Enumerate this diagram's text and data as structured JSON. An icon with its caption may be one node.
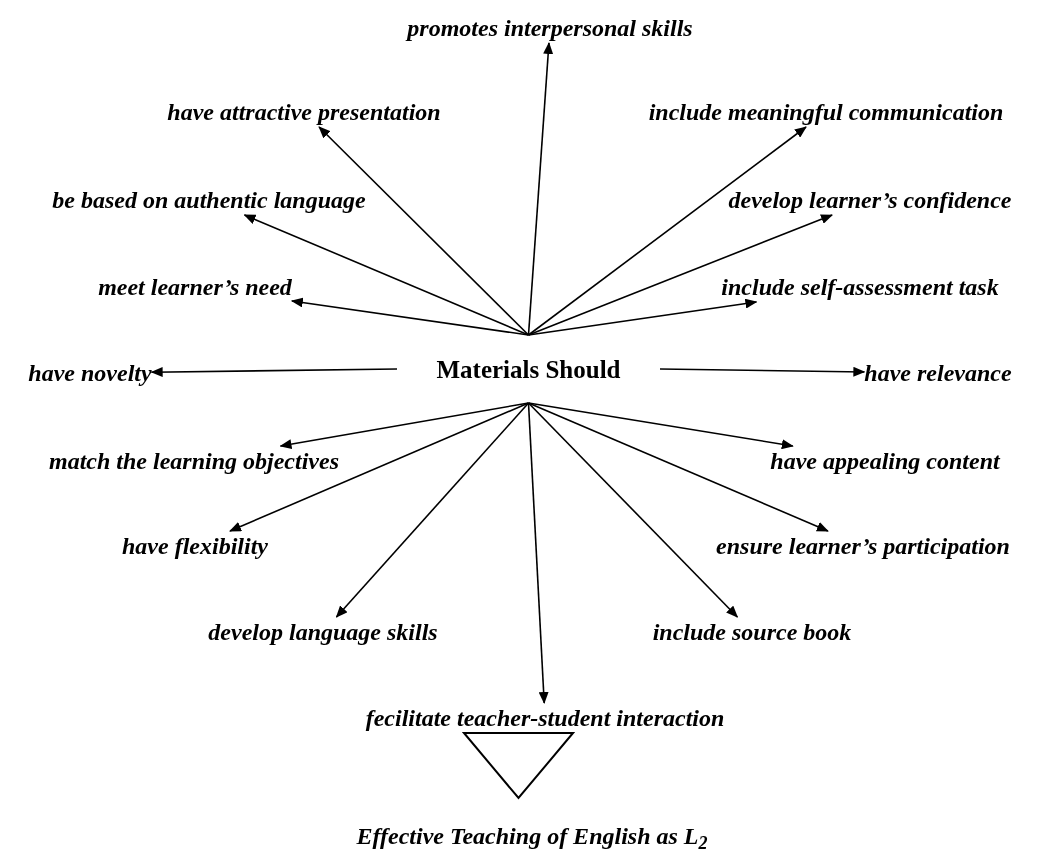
{
  "diagram": {
    "nodes": [
      {
        "text": [
          "Materials Should"
        ]
      },
      {
        "text": [
          "promotes interpersonal skills"
        ]
      },
      {
        "text": [
          "have attractive presentation"
        ]
      },
      {
        "text": [
          "include meaningful communication"
        ]
      },
      {
        "text": [
          "be based on authentic language"
        ]
      },
      {
        "text": [
          "develop learner’s confidence"
        ]
      },
      {
        "text": [
          "meet learner’s need"
        ]
      },
      {
        "text": [
          "include self-assessment task"
        ]
      },
      {
        "text": [
          "have novelty"
        ]
      },
      {
        "text": [
          "have relevance"
        ]
      },
      {
        "text": [
          "match the learning objectives"
        ]
      },
      {
        "text": [
          "have appealing content"
        ]
      },
      {
        "text": [
          "have flexibility"
        ]
      },
      {
        "text": [
          "ensure learner’s participation"
        ]
      },
      {
        "text": [
          "develop language skills"
        ]
      },
      {
        "text": [
          "include source book"
        ]
      },
      {
        "text": [
          "fecilitate teacher-student interaction"
        ]
      },
      {
        "text": [],
        "shape": "triangle"
      },
      {
        "text": [
          "Effective Teaching of English as L$_{2}$"
        ]
      }
    ],
    "edges": [
      {
        "from": 0,
        "to": 1,
        "arrow": "to"
      },
      {
        "from": 0,
        "to": 2,
        "arrow": "to"
      },
      {
        "from": 0,
        "to": 3,
        "arrow": "to"
      },
      {
        "from": 0,
        "to": 4,
        "arrow": "to"
      },
      {
        "from": 0,
        "to": 5,
        "arrow": "to"
      },
      {
        "from": 0,
        "to": 6,
        "arrow": "to"
      },
      {
        "from": 0,
        "to": 7,
        "arrow": "to"
      },
      {
        "from": 0,
        "to": 8,
        "arrow": "to"
      },
      {
        "from": 0,
        "to": 9,
        "arrow": "to"
      },
      {
        "from": 0,
        "to": 10,
        "arrow": "to"
      },
      {
        "from": 0,
        "to": 11,
        "arrow": "to"
      },
      {
        "from": 0,
        "to": 12,
        "arrow": "to"
      },
      {
        "from": 0,
        "to": 13,
        "arrow": "to"
      },
      {
        "from": 0,
        "to": 14,
        "arrow": "to"
      },
      {
        "from": 0,
        "to": 15,
        "arrow": "to"
      },
      {
        "from": 0,
        "to": 16,
        "arrow": "to"
      }
    ]
  }
}
